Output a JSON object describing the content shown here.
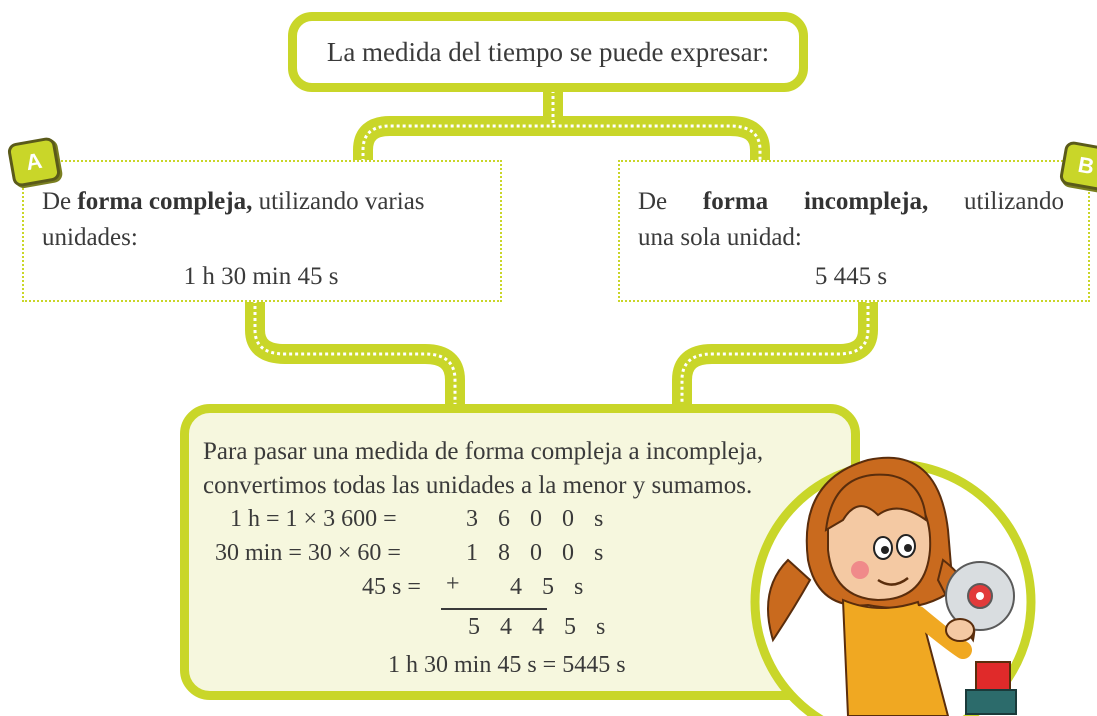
{
  "top": {
    "text": "La medida del tiempo se puede expresar:"
  },
  "box_a": {
    "badge": "A",
    "prefix": "De ",
    "bold": "forma compleja,",
    "suffix": " utilizando varias",
    "line2": "unidades:",
    "example": "1 h 30 min 45 s"
  },
  "box_b": {
    "badge": "B",
    "prefix": "De ",
    "bold": "forma incompleja,",
    "suffix": " utilizando",
    "line2": "una sola unidad:",
    "example": "5 445 s"
  },
  "bottom": {
    "line1": "Para pasar una medida de forma compleja a incompleja,",
    "line2": "convertimos todas las unidades a la menor y sumamos.",
    "rows": [
      {
        "label": "1 h = 1 × 3 600 =",
        "value": "3 6 0 0 s"
      },
      {
        "label": "30 min = 30 × 60 =",
        "value": "1 8 0 0 s"
      },
      {
        "label": "45 s =",
        "plus": "+",
        "value": "4 5 s"
      },
      {
        "label": "",
        "value": "5 4 4 5 s"
      }
    ],
    "result": "1 h 30 min 45 s = 5445 s"
  },
  "colors": {
    "accent": "#c9d629",
    "panel": "#f6f7de",
    "badge_border": "#5a5a1a"
  },
  "illustration": "girl-holding-cd-icon"
}
